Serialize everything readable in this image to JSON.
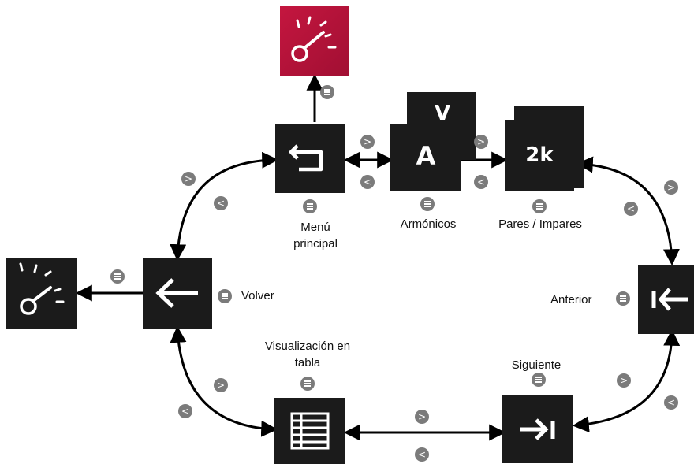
{
  "nodes": {
    "menu_principal": {
      "label_line1": "Menú",
      "label_line2": "principal"
    },
    "armonicos": {
      "label": "Armónicos",
      "front_letter": "A",
      "back_letter": "V"
    },
    "pares_impares": {
      "label": "Pares / Impares",
      "icon_text": "2k"
    },
    "volver": {
      "label": "Volver"
    },
    "anterior": {
      "label": "Anterior"
    },
    "visualizacion_tabla": {
      "label_line1": "Visualización en",
      "label_line2": "tabla"
    },
    "siguiente": {
      "label": "Siguiente"
    }
  },
  "buttons": {
    "next": ">",
    "prev": "<"
  },
  "colors": {
    "tile": "#1b1b1b",
    "home_tile": "#b5123a",
    "button": "#7b7b7b",
    "arrow": "#000000"
  }
}
